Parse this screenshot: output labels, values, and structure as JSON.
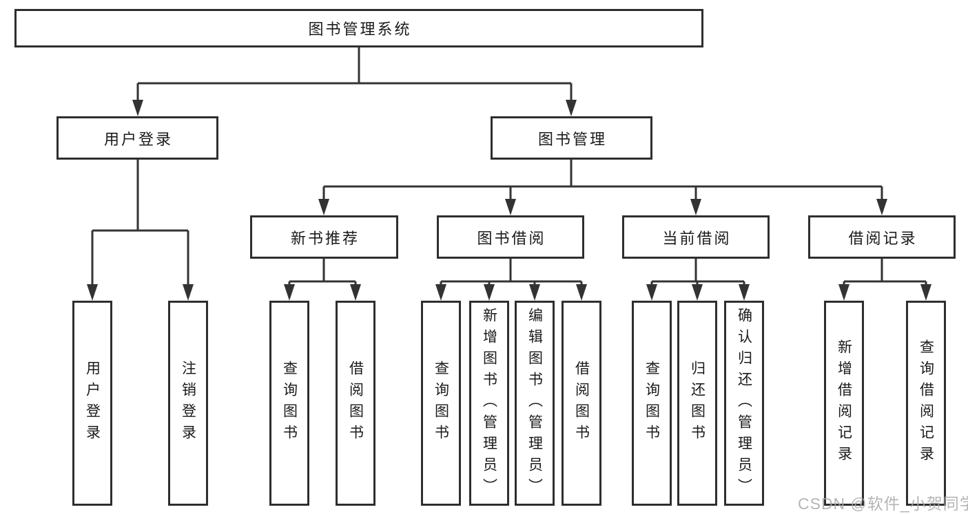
{
  "tree": {
    "root": "图书管理系统",
    "branches": [
      {
        "label": "用户登录",
        "children": [
          "用户登录",
          "注销登录"
        ]
      },
      {
        "label": "图书管理",
        "sections": [
          {
            "label": "新书推荐",
            "children": [
              "查询图书",
              "借阅图书"
            ]
          },
          {
            "label": "图书借阅",
            "children": [
              "查询图书",
              "新增图书（管理员）",
              "编辑图书（管理员）",
              "借阅图书"
            ]
          },
          {
            "label": "当前借阅",
            "children": [
              "查询图书",
              "归还图书",
              "确认归还（管理员）"
            ]
          },
          {
            "label": "借阅记录",
            "children": [
              "新增借阅记录",
              "查询借阅记录"
            ]
          }
        ]
      }
    ]
  },
  "watermark": "CSDN @软件_小贺同学",
  "colors": {
    "line": "#333333",
    "border": "#2e2e2e",
    "text": "#1a1a1a",
    "watermark": "#a8a8a8",
    "background": "#ffffff"
  }
}
